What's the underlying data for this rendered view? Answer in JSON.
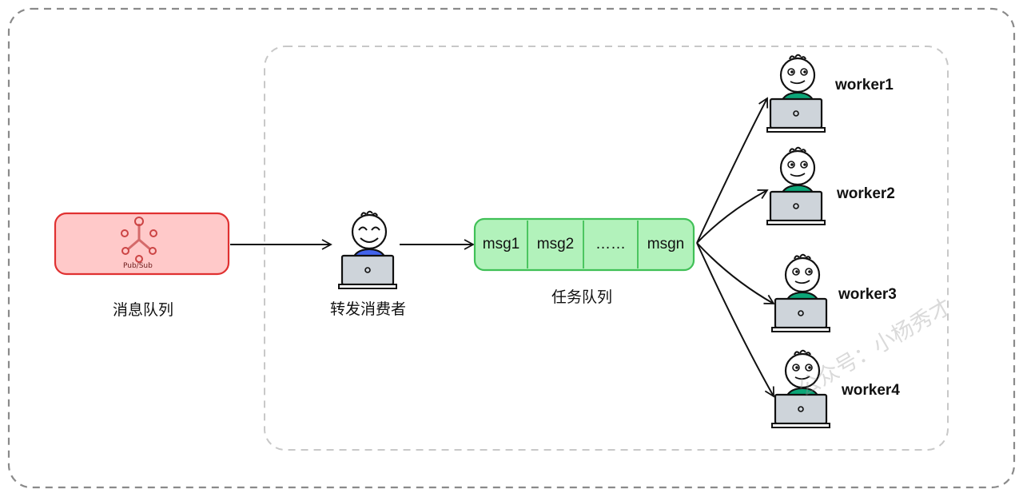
{
  "pubsub": {
    "icon_label": "Pub/Sub",
    "caption": "消息队列",
    "fill": "#ffc9c9",
    "stroke": "#e03131"
  },
  "forwarder": {
    "caption": "转发消费者",
    "shirt": "#4263eb"
  },
  "task_queue": {
    "caption": "任务队列",
    "fill": "#b2f2bb",
    "stroke": "#40c057",
    "cells": [
      "msg1",
      "msg2",
      "……",
      "msgn"
    ]
  },
  "workers": [
    {
      "label": "worker1",
      "shirt": "#0ca678"
    },
    {
      "label": "worker2",
      "shirt": "#0ca678"
    },
    {
      "label": "worker3",
      "shirt": "#0ca678"
    },
    {
      "label": "worker4",
      "shirt": "#0ca678"
    }
  ],
  "watermark": "公众号：小杨秀才"
}
